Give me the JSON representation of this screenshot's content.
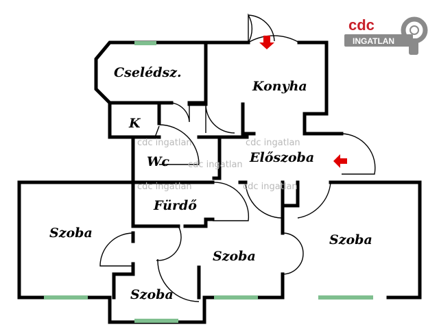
{
  "logo": {
    "brand": "cdc",
    "subtitle": "INGATLAN"
  },
  "watermark": {
    "text": "cdc ingatlan"
  },
  "rooms": {
    "cseledsz": "Cselédsz.",
    "konyha": "Konyha",
    "k": "K",
    "wc": "Wc",
    "eloszoba": "Előszoba",
    "furdo": "Fürdő",
    "szoba_left": "Szoba",
    "szoba_center": "Szoba",
    "szoba_right": "Szoba",
    "szoba_bottom": "Szoba"
  },
  "colors": {
    "wall": "#000000",
    "window": "#7fbf8f",
    "entrance_arrow": "#e00000",
    "logo_red": "#c8202a",
    "logo_gray": "#8a8a8a",
    "watermark": "#b9b9b9"
  }
}
